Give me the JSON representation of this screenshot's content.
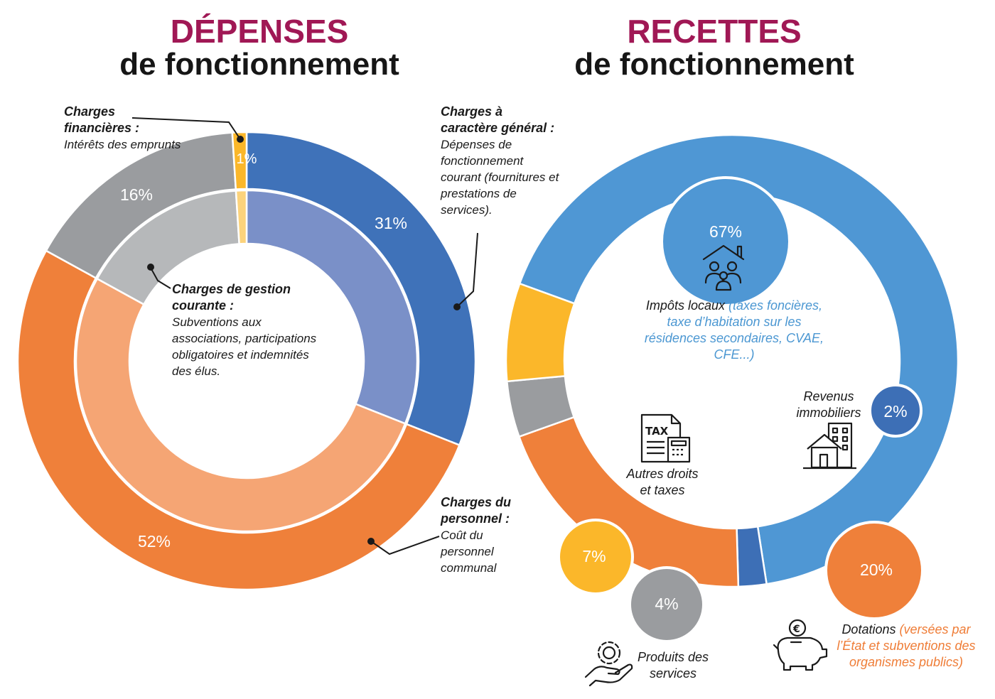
{
  "titles": {
    "left": {
      "line1": "DÉPENSES",
      "line2": "de fonctionnement"
    },
    "right": {
      "line1": "RECETTES",
      "line2": "de fonctionnement"
    }
  },
  "colors": {
    "title_accent": "#a01855",
    "blue_dark": "#3f72b9",
    "blue_light": "#7a90c8",
    "orange_dark": "#ef803a",
    "orange_light": "#f5a574",
    "gray_dark": "#9a9c9f",
    "gray_light": "#b6b8ba",
    "yellow": "#fbb72a",
    "yellow_light": "#fcd37c",
    "sky_blue": "#4f97d4",
    "royal_blue": "#3d6fb6"
  },
  "chart_data": [
    {
      "type": "pie",
      "subtype": "donut",
      "title": "DÉPENSES de fonctionnement",
      "categories": [
        "Charges à caractère général",
        "Charges du personnel",
        "Charges de gestion courante",
        "Charges financières"
      ],
      "values": [
        31,
        52,
        16,
        1
      ],
      "labels": [
        "31%",
        "52%",
        "16%",
        "1%"
      ],
      "annotations": {
        "general": {
          "title": "Charges à caractère général :",
          "desc": "Dépenses de fonctionnement courant (fournitures et prestations de services)."
        },
        "personnel": {
          "title": "Charges du personnel :",
          "desc": "Coût du personnel communal"
        },
        "gestion": {
          "title": "Charges de gestion courante :",
          "desc": "Subventions aux associations, participations obligatoires et indemnités des élus."
        },
        "financieres": {
          "title": "Charges financières :",
          "desc": "Intérêts des emprunts"
        }
      }
    },
    {
      "type": "pie",
      "subtype": "donut",
      "title": "RECETTES de fonctionnement",
      "categories": [
        "Impôts locaux",
        "Revenus immobiliers",
        "Dotations",
        "Produits des services",
        "Autres droits et taxes"
      ],
      "values": [
        67,
        2,
        20,
        4,
        7
      ],
      "labels": [
        "67%",
        "2%",
        "20%",
        "4%",
        "7%"
      ],
      "annotations": {
        "impots": {
          "title": "Impôts locaux",
          "desc": "(taxes foncières, taxe d’habitation sur les résidences secondaires, CVAE, CFE...)"
        },
        "revenus": {
          "line1": "Revenus",
          "line2": "immobiliers"
        },
        "dotations": {
          "title": "Dotations",
          "desc": "(versées par l’État et subventions des organismes publics)"
        },
        "produits": {
          "line1": "Produits des",
          "line2": "services"
        },
        "autres": {
          "line1": "Autres droits",
          "line2": "et taxes"
        }
      },
      "icons": [
        "family-house-icon",
        "tax-document-icon",
        "buildings-house-icon",
        "piggy-bank-euro-icon",
        "hand-gear-icon"
      ]
    }
  ]
}
